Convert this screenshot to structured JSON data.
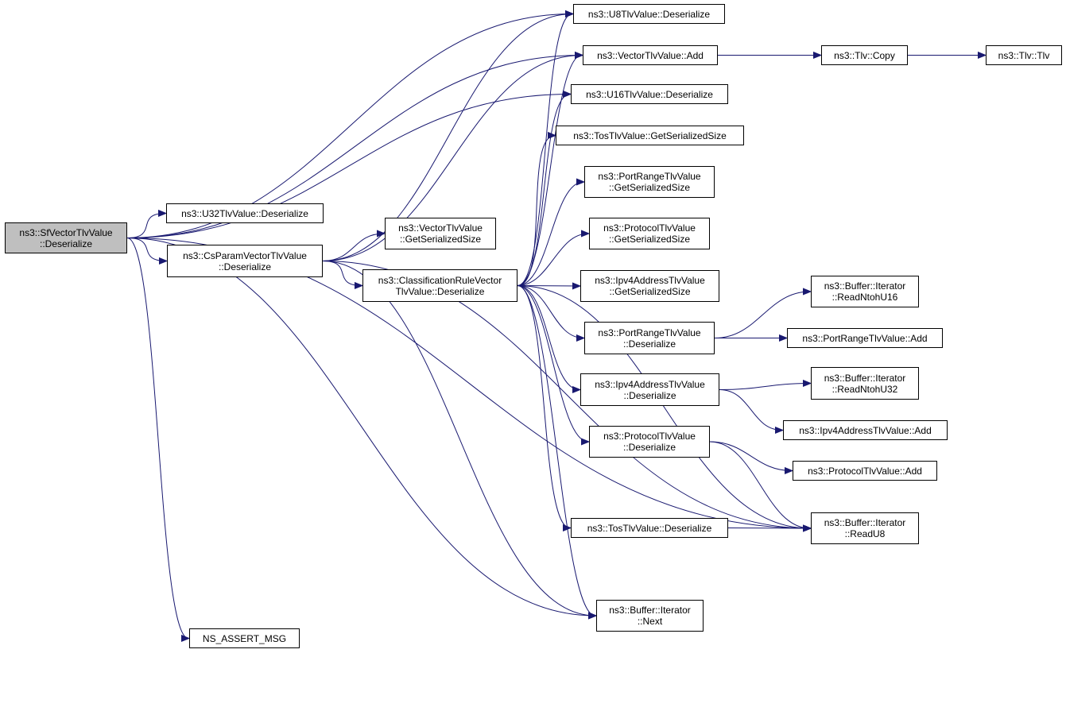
{
  "graph": {
    "edge_color": "#191970",
    "root_fill": "#bfbfbf",
    "nodes": {
      "root": [
        "ns3::SfVectorTlvValue",
        "::Deserialize"
      ],
      "u8": [
        "ns3::U8TlvValue::Deserialize"
      ],
      "vecadd": [
        "ns3::VectorTlvValue::Add"
      ],
      "tlvcopy": [
        "ns3::Tlv::Copy"
      ],
      "tlvtlv": [
        "ns3::Tlv::Tlv"
      ],
      "u16": [
        "ns3::U16TlvValue::Deserialize"
      ],
      "tosgss": [
        "ns3::TosTlvValue::GetSerializedSize"
      ],
      "prgss": [
        "ns3::PortRangeTlvValue",
        "::GetSerializedSize"
      ],
      "protgss": [
        "ns3::ProtocolTlvValue",
        "::GetSerializedSize"
      ],
      "u32": [
        "ns3::U32TlvValue::Deserialize"
      ],
      "vecgss": [
        "ns3::VectorTlvValue",
        "::GetSerializedSize"
      ],
      "cs": [
        "ns3::CsParamVectorTlvValue",
        "::Deserialize"
      ],
      "crv": [
        "ns3::ClassificationRuleVector",
        "TlvValue::Deserialize"
      ],
      "ipgss": [
        "ns3::Ipv4AddressTlvValue",
        "::GetSerializedSize"
      ],
      "rn16": [
        "ns3::Buffer::Iterator",
        "::ReadNtohU16"
      ],
      "prdes": [
        "ns3::PortRangeTlvValue",
        "::Deserialize"
      ],
      "pradd": [
        "ns3::PortRangeTlvValue::Add"
      ],
      "rn32": [
        "ns3::Buffer::Iterator",
        "::ReadNtohU32"
      ],
      "ipdes": [
        "ns3::Ipv4AddressTlvValue",
        "::Deserialize"
      ],
      "ipadd": [
        "ns3::Ipv4AddressTlvValue::Add"
      ],
      "protdes": [
        "ns3::ProtocolTlvValue",
        "::Deserialize"
      ],
      "protadd": [
        "ns3::ProtocolTlvValue::Add"
      ],
      "tosdes": [
        "ns3::TosTlvValue::Deserialize"
      ],
      "ru8": [
        "ns3::Buffer::Iterator",
        "::ReadU8"
      ],
      "next": [
        "ns3::Buffer::Iterator",
        "::Next"
      ],
      "assert": [
        "NS_ASSERT_MSG"
      ]
    },
    "edges": [
      [
        "root",
        "u8"
      ],
      [
        "root",
        "vecadd"
      ],
      [
        "root",
        "u16"
      ],
      [
        "root",
        "u32"
      ],
      [
        "root",
        "cs"
      ],
      [
        "root",
        "next"
      ],
      [
        "root",
        "assert"
      ],
      [
        "root",
        "ru8"
      ],
      [
        "vecadd",
        "tlvcopy"
      ],
      [
        "tlvcopy",
        "tlvtlv"
      ],
      [
        "cs",
        "u8"
      ],
      [
        "cs",
        "vecadd"
      ],
      [
        "cs",
        "vecgss"
      ],
      [
        "cs",
        "crv"
      ],
      [
        "cs",
        "ru8"
      ],
      [
        "cs",
        "next"
      ],
      [
        "crv",
        "u8"
      ],
      [
        "crv",
        "vecadd"
      ],
      [
        "crv",
        "u16"
      ],
      [
        "crv",
        "tosgss"
      ],
      [
        "crv",
        "prgss"
      ],
      [
        "crv",
        "protgss"
      ],
      [
        "crv",
        "ipgss"
      ],
      [
        "crv",
        "prdes"
      ],
      [
        "crv",
        "ipdes"
      ],
      [
        "crv",
        "protdes"
      ],
      [
        "crv",
        "tosdes"
      ],
      [
        "crv",
        "ru8"
      ],
      [
        "crv",
        "next"
      ],
      [
        "prdes",
        "rn16"
      ],
      [
        "prdes",
        "pradd"
      ],
      [
        "ipdes",
        "rn32"
      ],
      [
        "ipdes",
        "ipadd"
      ],
      [
        "protdes",
        "protadd"
      ],
      [
        "protdes",
        "ru8"
      ],
      [
        "tosdes",
        "ru8"
      ]
    ]
  }
}
